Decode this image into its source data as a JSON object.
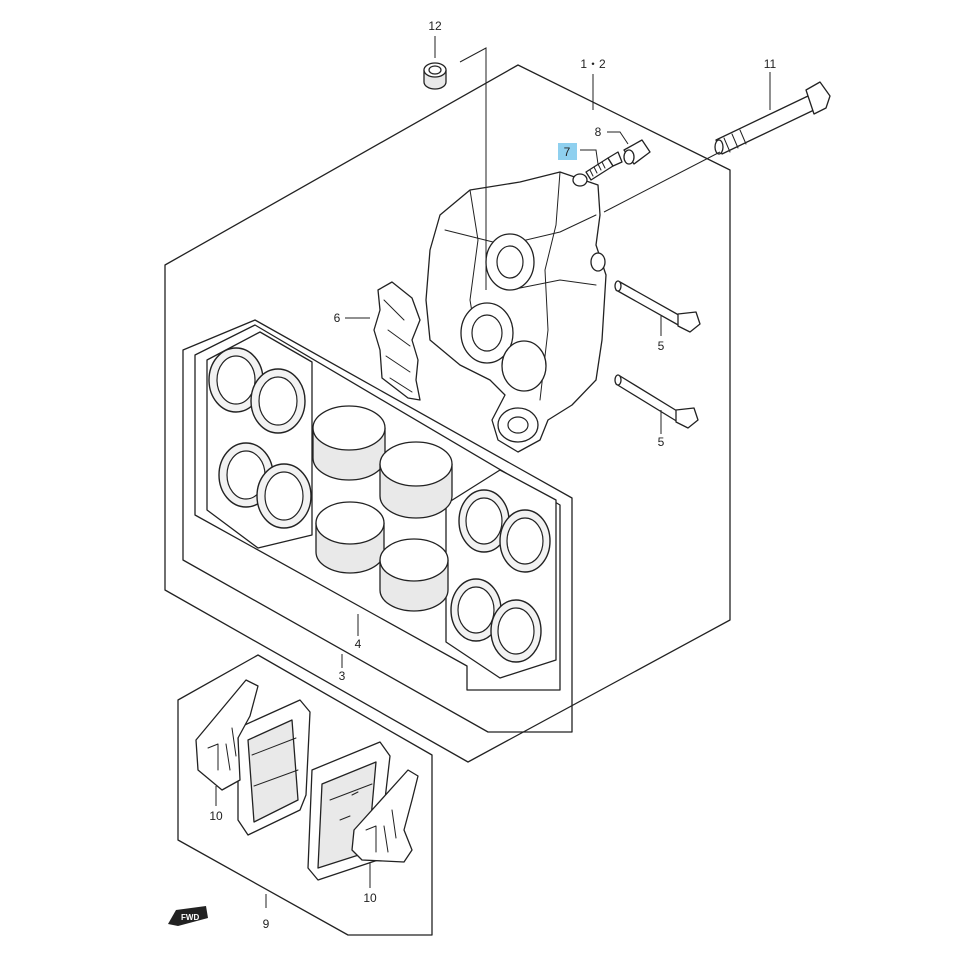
{
  "callouts": {
    "c12": "12",
    "c1_2": "1・2",
    "c11": "11",
    "c8": "8",
    "c7": "7",
    "c6": "6",
    "c5a": "5",
    "c5b": "5",
    "c4": "4",
    "c3": "3",
    "c10a": "10",
    "c10b": "10",
    "c9": "9"
  },
  "fwd_badge": "FWD",
  "colors": {
    "highlight": "#8fd0ef",
    "line": "#222222"
  }
}
